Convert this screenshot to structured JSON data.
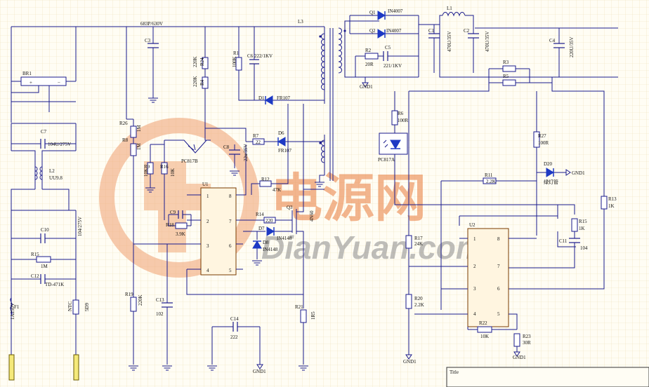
{
  "watermark": {
    "cn": "电源网",
    "en": "DianYuan.com",
    "colors": {
      "orange": "#e97c3b",
      "grey": "#8a8a8a"
    }
  },
  "labels": {
    "cap_top": "683P/630V",
    "c3": "C3",
    "l3": "L3",
    "br1": "BR1",
    "br_plus": "+",
    "br_minus": "−",
    "c7": "C7",
    "c7_val": "104U/275V",
    "l2": "L2",
    "l2_val": "UU9.8",
    "c10": "C10",
    "c10_val": "104/275V",
    "r15": "R15",
    "r15_val": "1M",
    "c12": "C12",
    "c12_val": "TD-471K",
    "f1": "F1",
    "f1_val": "1A250V",
    "thermistor": "NTC",
    "thermistor_val": "5D9",
    "r26": "R26",
    "r26_val": "1M",
    "r8": "R8",
    "r8_val": "1M",
    "r24": "R24",
    "r24_val": "220K",
    "r4": "R4",
    "r4_val": "220K",
    "r1": "R1",
    "r1_val": "100K",
    "c6": "C6",
    "c6_val": "222/1KV",
    "d1": "D1",
    "d1_val": "FR107",
    "pc817b": "PC817B",
    "r7": "R7",
    "r7_val": "22",
    "d6": "D6",
    "d6_val": "FR107",
    "c8": "C8",
    "c8_val": "22u/35V",
    "r9": "R9",
    "r9_val": "10K",
    "r16": "R16",
    "r16_val": "10K",
    "u1": "U1",
    "r12": "R12",
    "r12_val": "47K",
    "c9": "C9",
    "r18": "R18",
    "r18_val": "3.9K",
    "r14": "R14",
    "r14_val": "220",
    "d7": "D7",
    "d7_val": "IN4148",
    "d8": "D8",
    "d8_val": "IN4148",
    "q3": "Q3",
    "q3_val": "4N60",
    "r19": "R19",
    "r19_val": "220K",
    "c13": "C13",
    "c13_val": "102",
    "c14": "C14",
    "c14_val": "222",
    "gnd1": "GND1",
    "r21": "R21",
    "r21_val": "1R5",
    "q1": "Q1",
    "q1_val": "IN4007",
    "q2": "Q2",
    "q2_val": "IN4007",
    "r2": "R2",
    "r2_val": "20R",
    "c5": "C5",
    "c5_val": "221/1KV",
    "c1": "C1",
    "c1_val": "470U/35V",
    "c2": "C2",
    "c2_val": "470U/35V",
    "l1": "L1",
    "c4": "C4",
    "c4_val": "220U/35V",
    "r3": "R3",
    "r5": "R5",
    "r6": "R6",
    "r6_val": "100R",
    "pc817a": "PC817A",
    "r27": "R27",
    "r27_val": "100R",
    "d20": "D20",
    "d20_val": "绿灯管",
    "r11": "R11",
    "r11_val": "2.2K",
    "r13": "R13",
    "r13_val": "1K",
    "r15b": "R15",
    "r15b_val": "1K",
    "c11": "C11",
    "c11_val": "104",
    "r17": "R17",
    "r17_val": "24K",
    "u2": "U2",
    "r20": "R20",
    "r20_val": "2.2K",
    "r22": "R22",
    "r22_val": "10K",
    "r23": "R23",
    "r23_val": "30R",
    "pins_u1": [
      "1",
      "2",
      "3",
      "4",
      "8",
      "7",
      "6",
      "5"
    ],
    "pins_u2": [
      "1",
      "2",
      "3",
      "4",
      "8",
      "7",
      "6",
      "5"
    ],
    "title_block": "Title"
  }
}
